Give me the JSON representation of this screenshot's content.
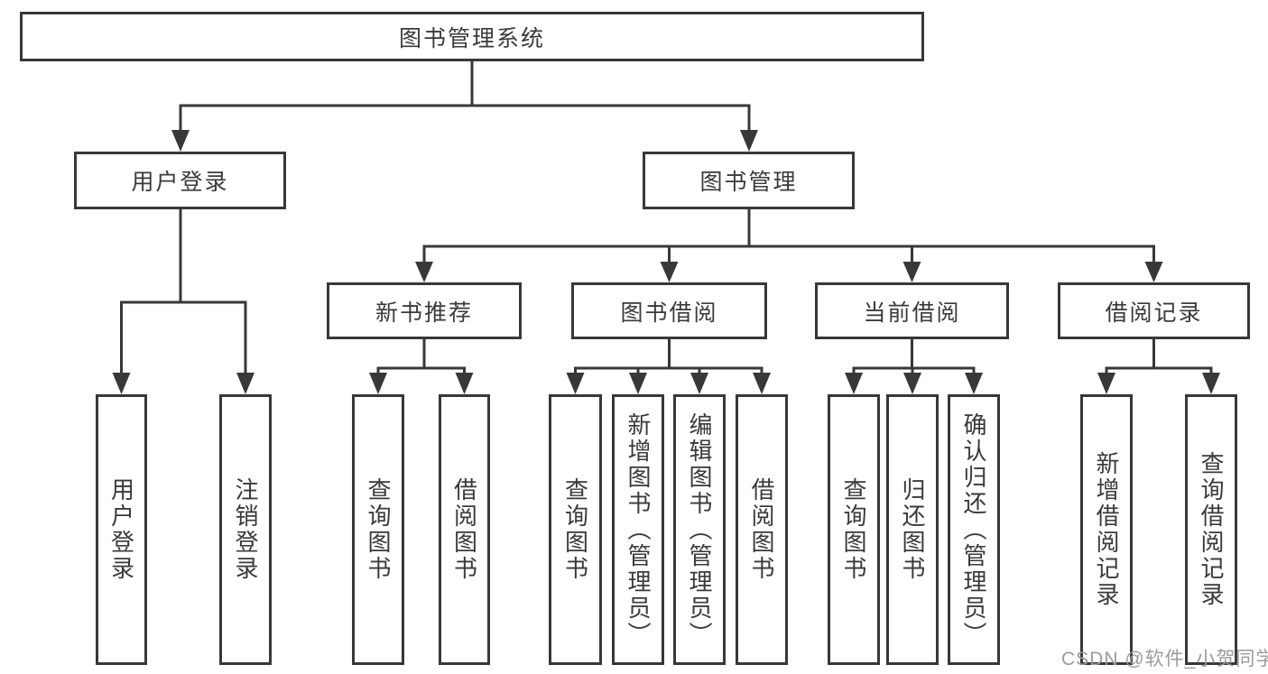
{
  "diagram": {
    "type": "hierarchy-tree",
    "root": {
      "label": "图书管理系统"
    },
    "level2": [
      {
        "label": "用户登录",
        "parent": "图书管理系统"
      },
      {
        "label": "图书管理",
        "parent": "图书管理系统"
      }
    ],
    "level3": [
      {
        "label": "新书推荐",
        "parent": "图书管理"
      },
      {
        "label": "图书借阅",
        "parent": "图书管理"
      },
      {
        "label": "当前借阅",
        "parent": "图书管理"
      },
      {
        "label": "借阅记录",
        "parent": "图书管理"
      }
    ],
    "leaves": [
      {
        "label": "用户登录",
        "parent": "用户登录"
      },
      {
        "label": "注销登录",
        "parent": "用户登录"
      },
      {
        "label": "查询图书",
        "parent": "新书推荐"
      },
      {
        "label": "借阅图书",
        "parent": "新书推荐"
      },
      {
        "label": "查询图书",
        "parent": "图书借阅"
      },
      {
        "label": "新增图书（管理员）",
        "parent": "图书借阅"
      },
      {
        "label": "编辑图书（管理员）",
        "parent": "图书借阅"
      },
      {
        "label": "借阅图书",
        "parent": "图书借阅"
      },
      {
        "label": "查询图书",
        "parent": "当前借阅"
      },
      {
        "label": "归还图书",
        "parent": "当前借阅"
      },
      {
        "label": "确认归还（管理员）",
        "parent": "当前借阅"
      },
      {
        "label": "新增借阅记录",
        "parent": "借阅记录"
      },
      {
        "label": "查询借阅记录",
        "parent": "借阅记录"
      }
    ],
    "watermark": "CSDN @软件_小贺同学",
    "colors": {
      "line": "#383838",
      "border": "#383838",
      "text": "#3a3a3a",
      "background": "#ffffff",
      "watermark": "#9b9b9b"
    }
  }
}
